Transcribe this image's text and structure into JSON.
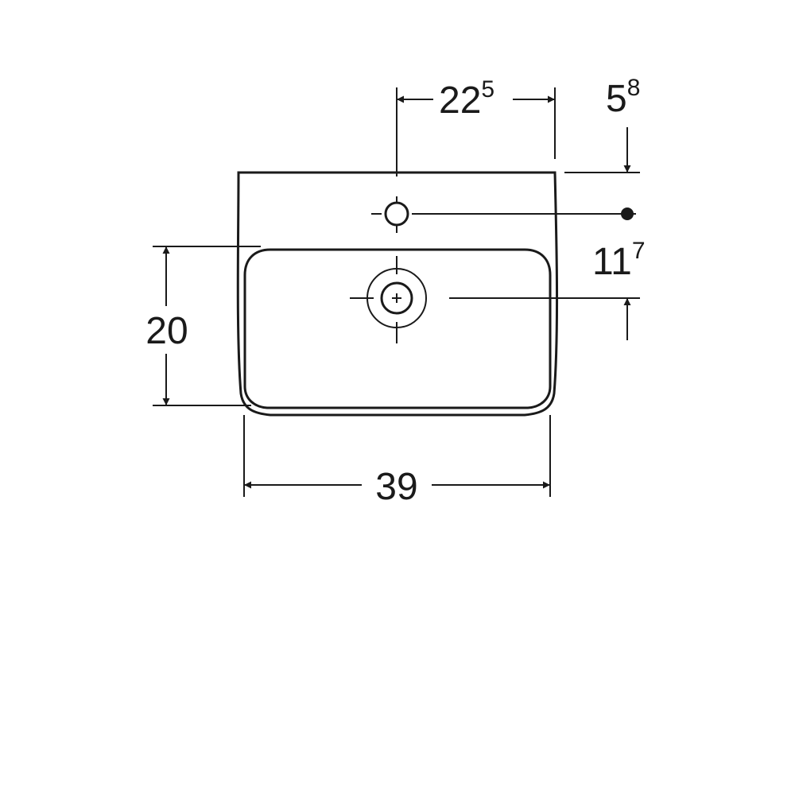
{
  "drawing": {
    "colors": {
      "stroke": "#1a1a1a",
      "background": "#ffffff"
    },
    "dimensions": {
      "tap_hole_offset": {
        "main": "22",
        "sup": "5"
      },
      "top_to_tap_hole": {
        "main": "5",
        "sup": "8"
      },
      "tap_hole_to_drain": {
        "main": "11",
        "sup": "7"
      },
      "bowl_depth": {
        "main": "20"
      },
      "bowl_width": {
        "main": "39"
      }
    }
  }
}
